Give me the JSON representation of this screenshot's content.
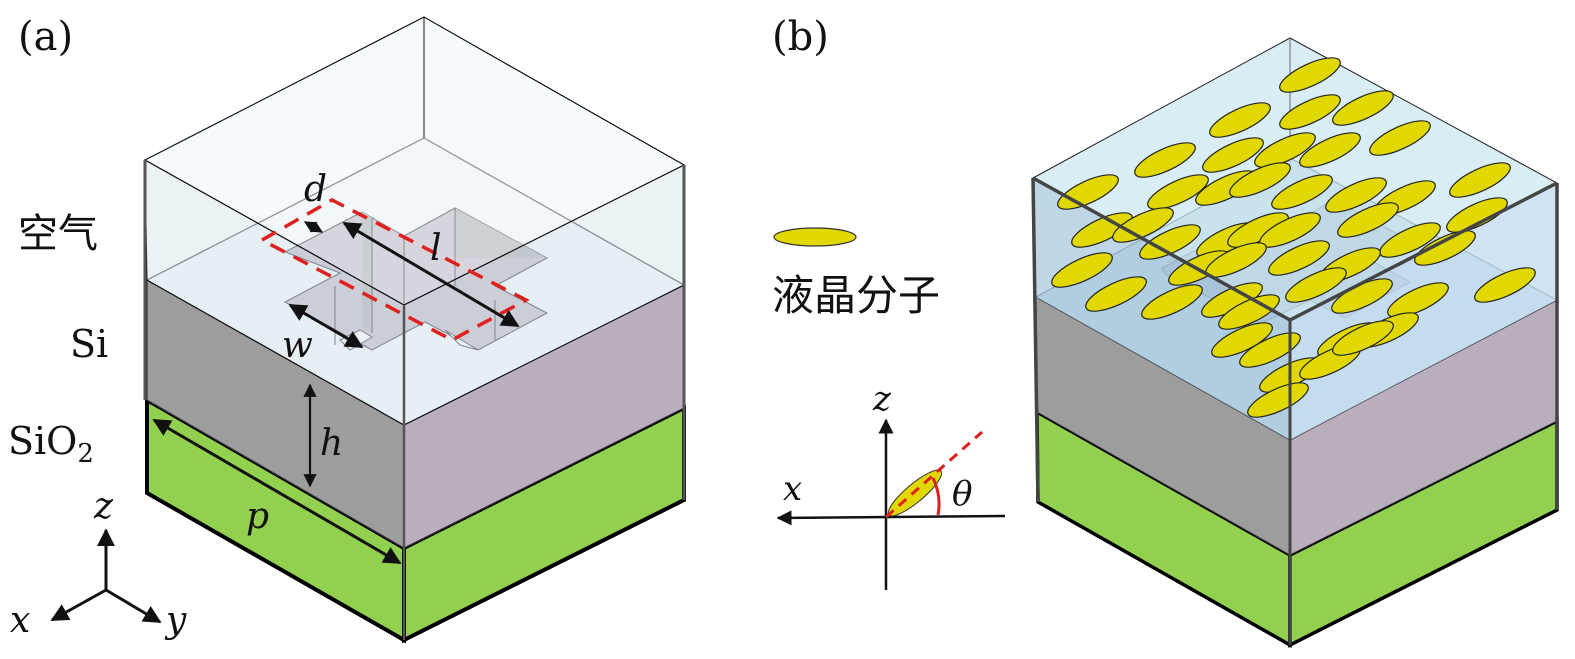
{
  "panels": {
    "a": {
      "label": "(a)",
      "layer_labels": {
        "air": "空气",
        "si": "Si",
        "sio2_base": "SiO",
        "sio2_sub": "2"
      },
      "dimensions": {
        "d": "d",
        "l": "l",
        "w": "w",
        "h": "h",
        "p": "p"
      },
      "axes": {
        "x": "x",
        "y": "y",
        "z": "z"
      }
    },
    "b": {
      "label": "(b)",
      "legend": {
        "symbol": "liquid-crystal-molecule",
        "text": "液晶分子"
      },
      "axes": {
        "x": "x",
        "z": "z",
        "angle": "θ"
      }
    }
  },
  "colors": {
    "air": "#eaf2f7",
    "si_left": "#9d9d9d",
    "si_right": "#b9aebb",
    "sio2": "#92d050",
    "lc_fill": "#e0d800",
    "lc_region": "#bcd9e8",
    "cut_line": "#e0201c"
  }
}
